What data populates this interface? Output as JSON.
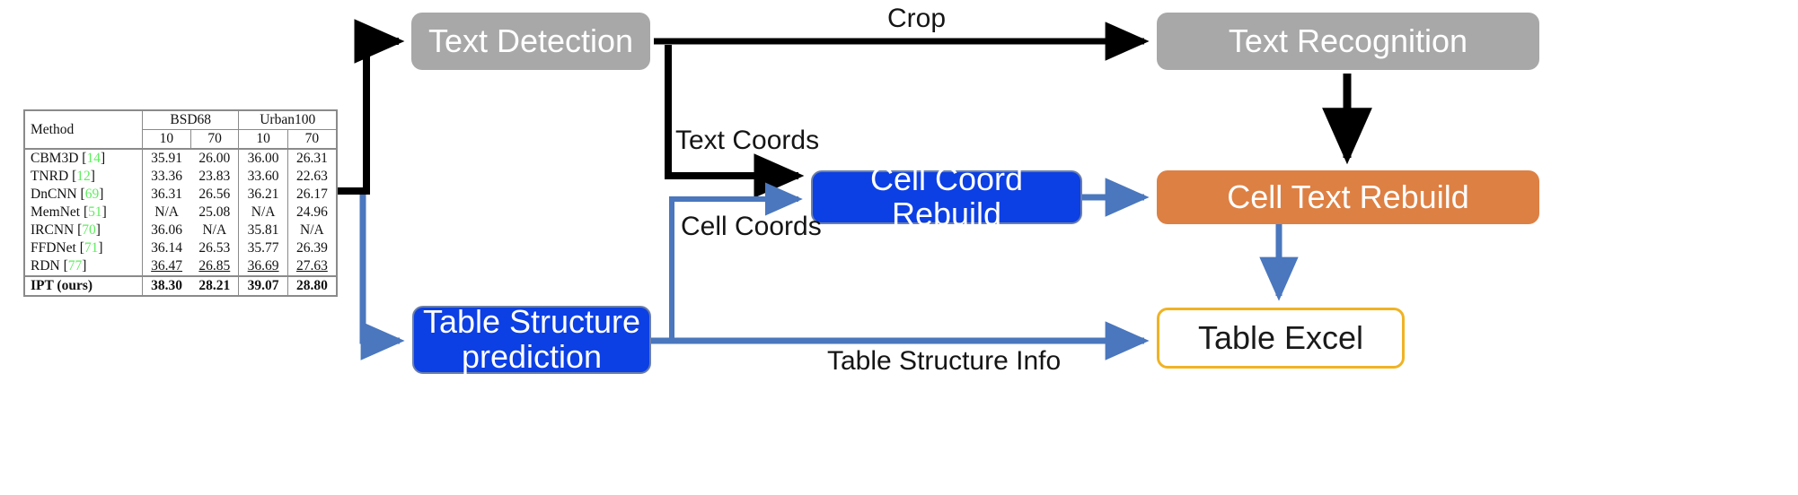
{
  "figure": {
    "table": {
      "caption_absent": true,
      "col_groups": [
        "Method",
        "BSD68",
        "Urban100"
      ],
      "sub_headers": [
        "10",
        "70",
        "10",
        "70"
      ],
      "method_header": "Method",
      "rows": [
        {
          "method": "CBM3D",
          "ref": "14",
          "values": [
            "35.91",
            "26.00",
            "36.00",
            "26.31"
          ],
          "style": "normal"
        },
        {
          "method": "TNRD",
          "ref": "12",
          "values": [
            "33.36",
            "23.83",
            "33.60",
            "22.63"
          ],
          "style": "normal"
        },
        {
          "method": "DnCNN",
          "ref": "69",
          "values": [
            "36.31",
            "26.56",
            "36.21",
            "26.17"
          ],
          "style": "normal"
        },
        {
          "method": "MemNet",
          "ref": "51",
          "values": [
            "N/A",
            "25.08",
            "N/A",
            "24.96"
          ],
          "style": "normal"
        },
        {
          "method": "IRCNN",
          "ref": "70",
          "values": [
            "36.06",
            "N/A",
            "35.81",
            "N/A"
          ],
          "style": "normal"
        },
        {
          "method": "FFDNet",
          "ref": "71",
          "values": [
            "36.14",
            "26.53",
            "35.77",
            "26.39"
          ],
          "style": "normal"
        },
        {
          "method": "RDN",
          "ref": "77",
          "values": [
            "36.47",
            "26.85",
            "36.69",
            "27.63"
          ],
          "style": "underline"
        },
        {
          "method": "IPT (ours)",
          "ref": "",
          "values": [
            "38.30",
            "28.21",
            "39.07",
            "28.80"
          ],
          "style": "bold"
        }
      ]
    }
  },
  "flow": {
    "nodes": {
      "text_detection": "Text Detection",
      "text_recognition": "Text Recognition",
      "cell_coord_rebuild": "Cell Coord Rebuild",
      "cell_text_rebuild": "Cell Text Rebuild",
      "table_structure_prediction_line1": "Table Structure",
      "table_structure_prediction_line2": "prediction",
      "table_excel": "Table Excel"
    },
    "edges": {
      "crop": "Crop",
      "text_coords": "Text Coords",
      "cell_coords": "Cell Coords",
      "table_structure_info": "Table Structure Info"
    },
    "colors": {
      "gray_node": "#a8a8a8",
      "blue_node": "#0c3fe4",
      "orange_node": "#dd8044",
      "excel_border": "#f0b323",
      "black_arrow": "#000000",
      "blue_arrow": "#4a77bd",
      "table_ref_green": "#5dee5d"
    }
  }
}
